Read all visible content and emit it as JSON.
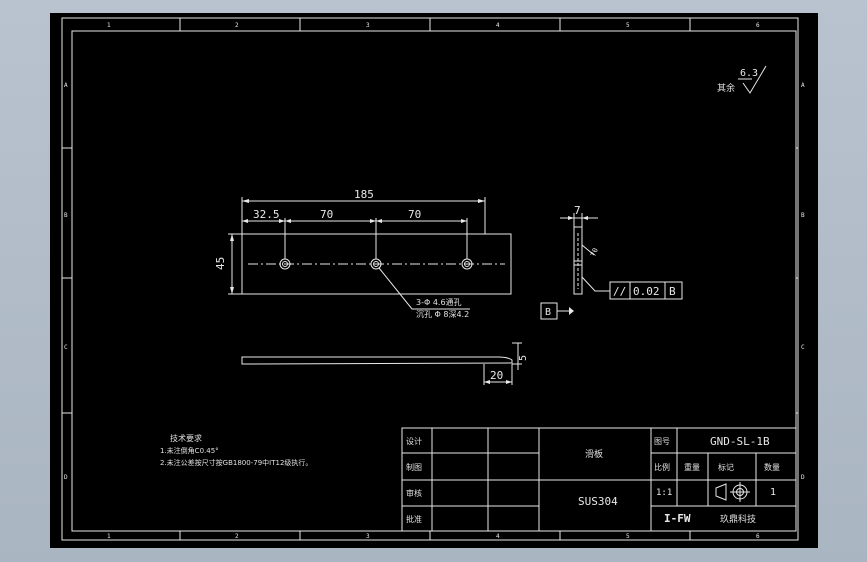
{
  "colors": {
    "line": "#e8e8e8",
    "background": "#000000",
    "frame": "#aab5c2"
  },
  "grid": {
    "columns": [
      "1",
      "2",
      "3",
      "4",
      "5",
      "6"
    ],
    "rows": [
      "A",
      "B",
      "C",
      "D"
    ]
  },
  "surface_finish": {
    "label": "其余",
    "value": "6.3"
  },
  "front_view": {
    "overall_length": "185",
    "first_offset": "32.5",
    "pitch_a": "70",
    "pitch_b": "70",
    "height": "45",
    "hole_note_line1": "3-Φ 4.6通孔",
    "hole_note_line2": "沉孔 Φ 8深4.2"
  },
  "side_view": {
    "thickness": "7",
    "chamfer": "70",
    "datum": "B",
    "tolerance_symbol": "//",
    "tolerance_value": "0.02",
    "tolerance_datum": "B"
  },
  "bottom_view": {
    "width": "5",
    "tip_length": "20"
  },
  "notes": {
    "title": "技术要求",
    "line1": "1.未注倒角C0.45°",
    "line2": "2.未注公差按尺寸按GB1800-79中IT12级执行。"
  },
  "title_block": {
    "design": "设计",
    "draw": "制图",
    "review": "审核",
    "approve": "批准",
    "part_name": "滑板",
    "material": "SUS304",
    "drawing_no_label": "图号",
    "drawing_no": "GND-SL-1B",
    "scale_label": "比例",
    "weight_label": "重量",
    "mark_label": "标记",
    "qty_label": "数量",
    "scale": "1:1",
    "qty": "1",
    "company_logo": "I-FW",
    "company": "玖鼎科技"
  }
}
